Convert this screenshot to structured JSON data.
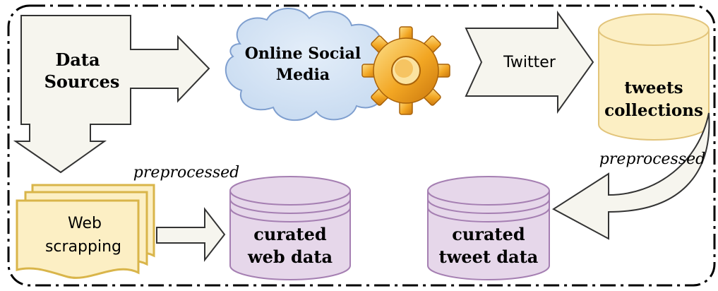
{
  "nodes": {
    "data_sources": {
      "line1": "Data",
      "line2": "Sources"
    },
    "online_social_media": {
      "line1": "Online Social",
      "line2": "Media"
    },
    "twitter": {
      "label": "Twitter"
    },
    "tweets_collections": {
      "line1": "tweets",
      "line2": "collections"
    },
    "web_scrapping": {
      "line1": "Web",
      "line2": "scrapping"
    },
    "curated_web_data": {
      "line1": "curated",
      "line2": "web data"
    },
    "curated_tweet_data": {
      "line1": "curated",
      "line2": "tweet data"
    }
  },
  "edge_labels": {
    "web_preprocessed": "preprocessed",
    "tweet_preprocessed": "preprocessed"
  },
  "icons": {
    "gear": "gear-icon",
    "cloud": "cloud-shape",
    "cylinder": "database-cylinder",
    "documents": "document-stack"
  },
  "colors": {
    "arrow_fill": "#f6f5ee",
    "cloud_fill": "#cfe0f3",
    "cloud_stroke": "#7f9fcf",
    "tweets_cylinder": "#fcefc4",
    "tweets_cylinder_stroke": "#e2c47a",
    "curated_fill": "#e6d7ea",
    "curated_stroke": "#a57fb2",
    "doc_fill": "#fcefc4",
    "doc_stroke": "#d9b54a",
    "gear_fill": "#f2a623"
  }
}
